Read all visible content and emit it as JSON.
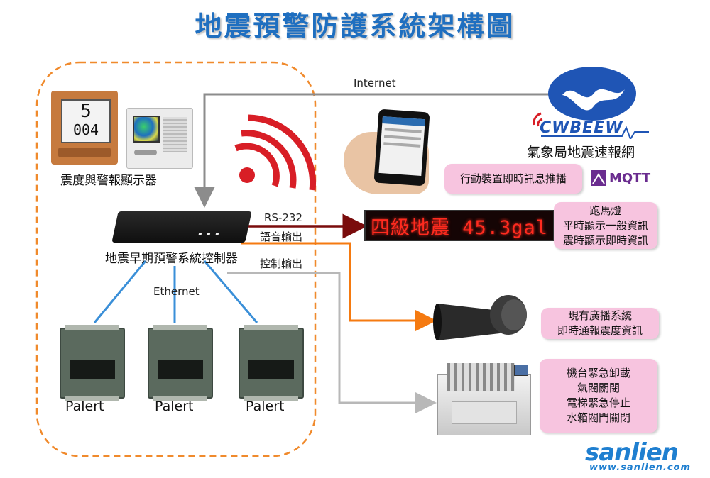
{
  "title": "地震預警防護系統架構圖",
  "labels": {
    "internet": "Internet",
    "display": "震度與警報顯示器",
    "display_digits_top": "5",
    "display_digits_bottom": "004",
    "controller": "地震早期預警系統控制器",
    "ethernet": "Ethernet",
    "rs232": "RS-232",
    "voice_out": "語音輸出",
    "control_out": "控制輸出",
    "palert": [
      "Palert",
      "Palert",
      "Palert"
    ],
    "cwbeew_logo": "CWBEEW",
    "cwb_caption": "氣象局地震速報網",
    "mqtt_logo": "MQTT",
    "led_sign_text": "四級地震 45.3gal",
    "brand": "sanlien",
    "website": "www.sanlien.com"
  },
  "boxes": {
    "mobile_push": "行動裝置即時訊息推播",
    "marquee": [
      "跑馬燈",
      "平時顯示一般資訊",
      "震時顯示即時資訊"
    ],
    "broadcast": [
      "現有廣播系統",
      "即時通報震度資訊"
    ],
    "machine": [
      "機台緊急卸載",
      "氣閥關閉",
      "電梯緊急停止",
      "水箱閥門關閉"
    ]
  },
  "colors": {
    "title": "#1f6fc0",
    "dashed_border": "#f08a2c",
    "ethernet_lines": "#3a8fd8",
    "rs232_arrow": "#7a0c0c",
    "voice_arrow": "#f57a10",
    "control_arrow": "#b8b8b8",
    "internet_arrow": "#8c8c8c",
    "pink_box": "#f7c4df"
  }
}
